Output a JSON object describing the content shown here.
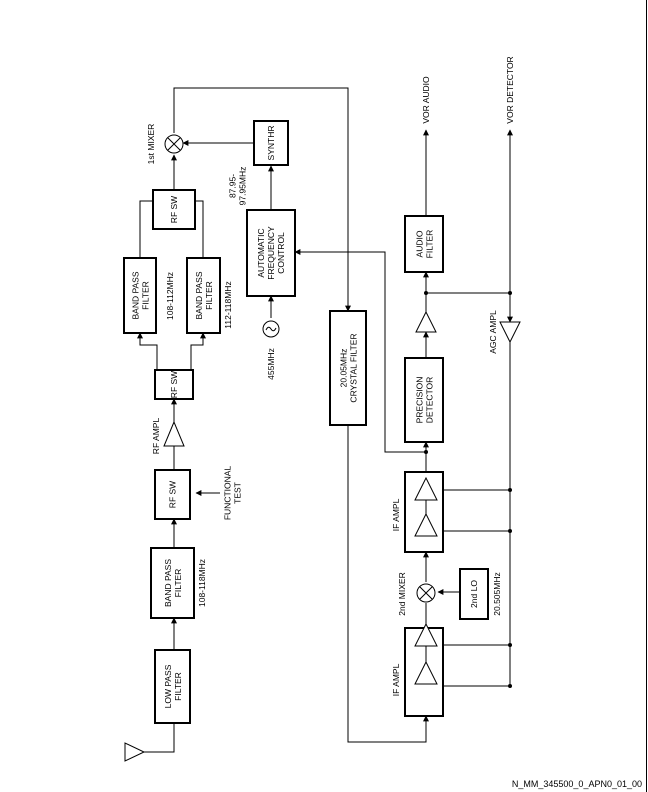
{
  "blocks": {
    "lowpass": [
      "LOW PASS",
      "FILTER"
    ],
    "bandpass_main": [
      "BAND PASS",
      "FILTER"
    ],
    "rfsw_test": "RF SW",
    "rfsw_split": "RF SW",
    "bandpass_lo": [
      "BAND PASS",
      "FILTER"
    ],
    "bandpass_hi": [
      "BAND PASS",
      "FILTER"
    ],
    "rfsw_merge": "RF SW",
    "synthr": "SYNTHR",
    "afc": [
      "AUTOMATIC",
      "FREQUENCY",
      "CONTROL"
    ],
    "crystal": [
      "20.05MHz",
      "CRYSTAL FILTER"
    ],
    "lo2": "2nd LO",
    "precision": [
      "PRECISION",
      "DETECTOR"
    ],
    "audio_filter": [
      "AUDIO",
      "FILTER"
    ]
  },
  "labels": {
    "bp_main_range": "108-118MHz",
    "functional_test": [
      "FUNCTIONAL",
      "TEST"
    ],
    "rf_ampl": "RF AMPL",
    "bp_lo_range": "108-112MHz",
    "bp_hi_range": "112-118MHz",
    "mixer1": "1st MIXER",
    "synth_range": [
      "87.95-",
      "97.95MHz"
    ],
    "osc_freq": "455MHz",
    "if_ampl_1": "IF AMPL",
    "mixer2": "2nd MIXER",
    "lo2_freq": "20.505MHz",
    "if_ampl_2": "IF AMPL",
    "agc_ampl": "AGC AMPL",
    "vor_audio": "VOR AUDIO",
    "vor_detector": "VOR DETECTOR"
  },
  "drawing_id": "N_MM_345500_0_APN0_01_00"
}
